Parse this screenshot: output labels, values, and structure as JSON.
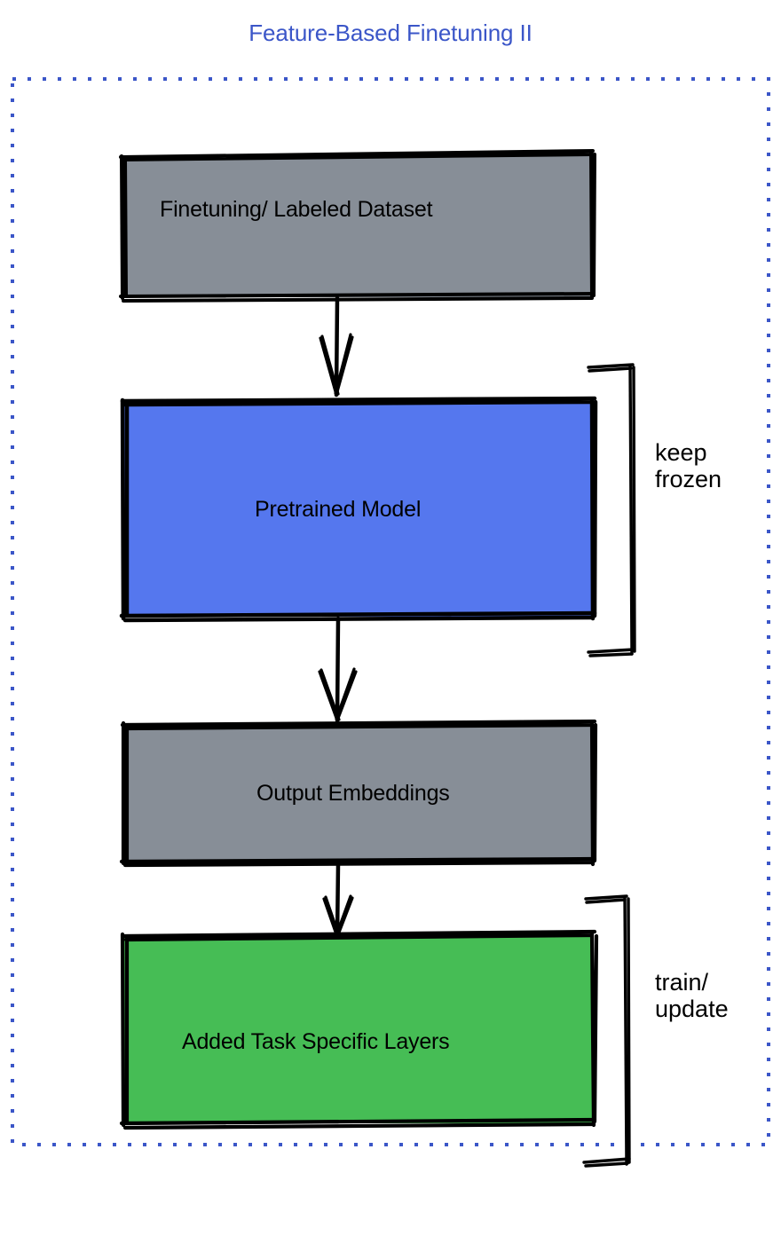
{
  "title": "Feature-Based Finetuning II",
  "colors": {
    "title": "#3b56c8",
    "frame_border": "#3b56c8",
    "gray_box": "#878e97",
    "blue_box": "#5577ee",
    "green_box": "#46bd55",
    "stroke": "#000000",
    "text": "#000000",
    "background": "#ffffff"
  },
  "frame": {
    "name": "feature-based-finetuning-container",
    "border_style": "dotted",
    "border_color": "#3b56c8"
  },
  "nodes": [
    {
      "id": "finetuning-dataset",
      "label": "Finetuning/ Labeled Dataset",
      "fill": "#878e97",
      "shape": "rectangle",
      "align": "left"
    },
    {
      "id": "pretrained-model",
      "label": "Pretrained Model",
      "fill": "#5577ee",
      "shape": "rectangle",
      "align": "center"
    },
    {
      "id": "output-embeddings",
      "label": "Output Embeddings",
      "fill": "#878e97",
      "shape": "rectangle",
      "align": "center"
    },
    {
      "id": "added-task-specific-layers",
      "label": "Added Task Specific Layers",
      "fill": "#46bd55",
      "shape": "rectangle",
      "align": "center"
    }
  ],
  "annotations": [
    {
      "id": "keep-frozen",
      "label": "keep\nfrozen",
      "targets": "pretrained-model",
      "bracket": "right"
    },
    {
      "id": "train-update",
      "label": "train/\nupdate",
      "targets": "added-task-specific-layers",
      "bracket": "right"
    }
  ],
  "edges": [
    {
      "from": "finetuning-dataset",
      "to": "pretrained-model",
      "style": "arrow-down"
    },
    {
      "from": "pretrained-model",
      "to": "output-embeddings",
      "style": "arrow-down"
    },
    {
      "from": "output-embeddings",
      "to": "added-task-specific-layers",
      "style": "arrow-down"
    }
  ]
}
